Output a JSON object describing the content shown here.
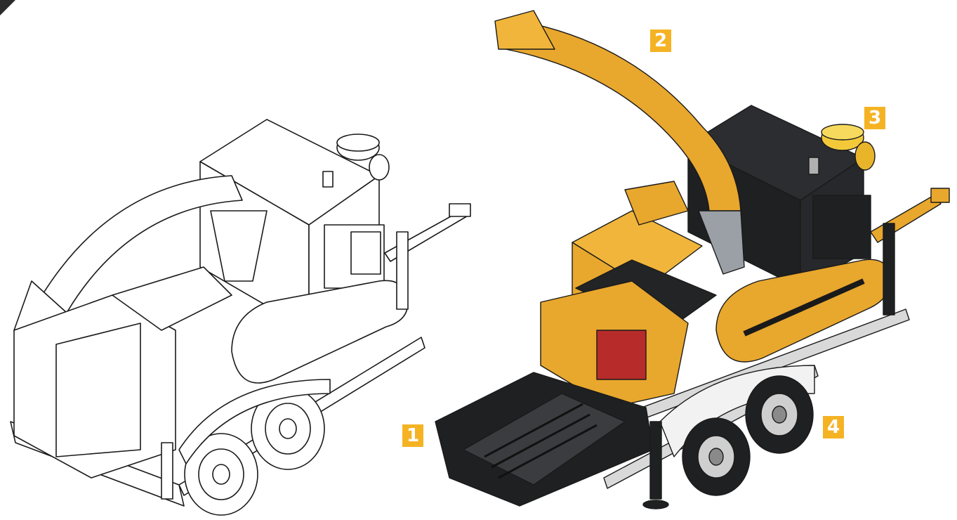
{
  "callouts": [
    "1",
    "2",
    "3",
    "4"
  ],
  "colors": {
    "background": "#ffffff",
    "callout": "#f5b324",
    "machine_body": "#e8a72d",
    "machine_dark": "#222426",
    "line_art": "#1a1a1a",
    "rotor_red": "#b72b2b"
  },
  "illustrations": {
    "left": "line-drawing-wood-chipper",
    "right": "colored-render-wood-chipper"
  }
}
